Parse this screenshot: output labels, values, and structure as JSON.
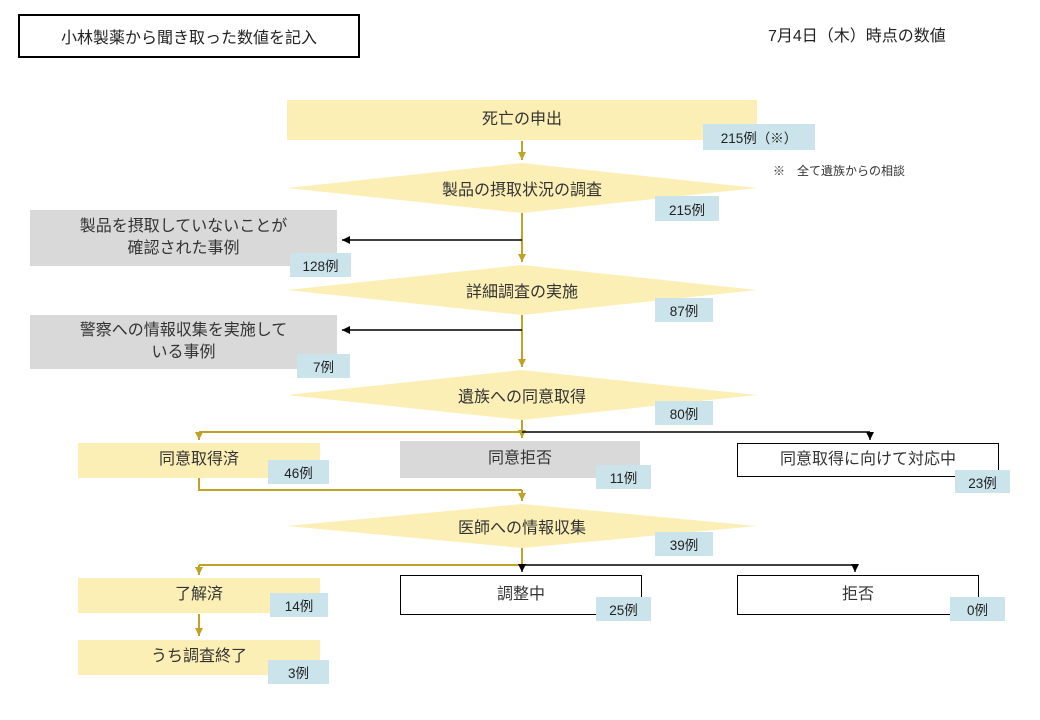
{
  "header": {
    "note_box": "小林製薬から聞き取った数値を記入",
    "date_label": "7月4日（木）時点の数値"
  },
  "annotation": "※　全て遺族からの相談",
  "nodes": {
    "death_report": {
      "label": "死亡の申出",
      "count": "215例（※）"
    },
    "intake_survey": {
      "label": "製品の摂取状況の調査",
      "count": "215例"
    },
    "no_intake": {
      "label": "製品を摂取していないことが\n確認された事例",
      "count": "128例"
    },
    "detailed_survey": {
      "label": "詳細調査の実施",
      "count": "87例"
    },
    "police_info": {
      "label": "警察への情報収集を実施して\nいる事例",
      "count": "7例"
    },
    "family_consent": {
      "label": "遺族への同意取得",
      "count": "80例"
    },
    "consent_obtained": {
      "label": "同意取得済",
      "count": "46例"
    },
    "consent_refused": {
      "label": "同意拒否",
      "count": "11例"
    },
    "consent_pending": {
      "label": "同意取得に向けて対応中",
      "count": "23例"
    },
    "doctor_info": {
      "label": "医師への情報収集",
      "count": "39例"
    },
    "acknowledged": {
      "label": "了解済",
      "count": "14例"
    },
    "adjusting": {
      "label": "調整中",
      "count": "25例"
    },
    "refused": {
      "label": "拒否",
      "count": "0例"
    },
    "survey_finished": {
      "label": "うち調査終了",
      "count": "3例"
    }
  },
  "colors": {
    "node_yellow": "#FBEFB6",
    "node_gray": "#D9D9D9",
    "badge_blue": "#CBE3EA",
    "arrow_gold": "#BFA226",
    "arrow_black": "#000000"
  }
}
